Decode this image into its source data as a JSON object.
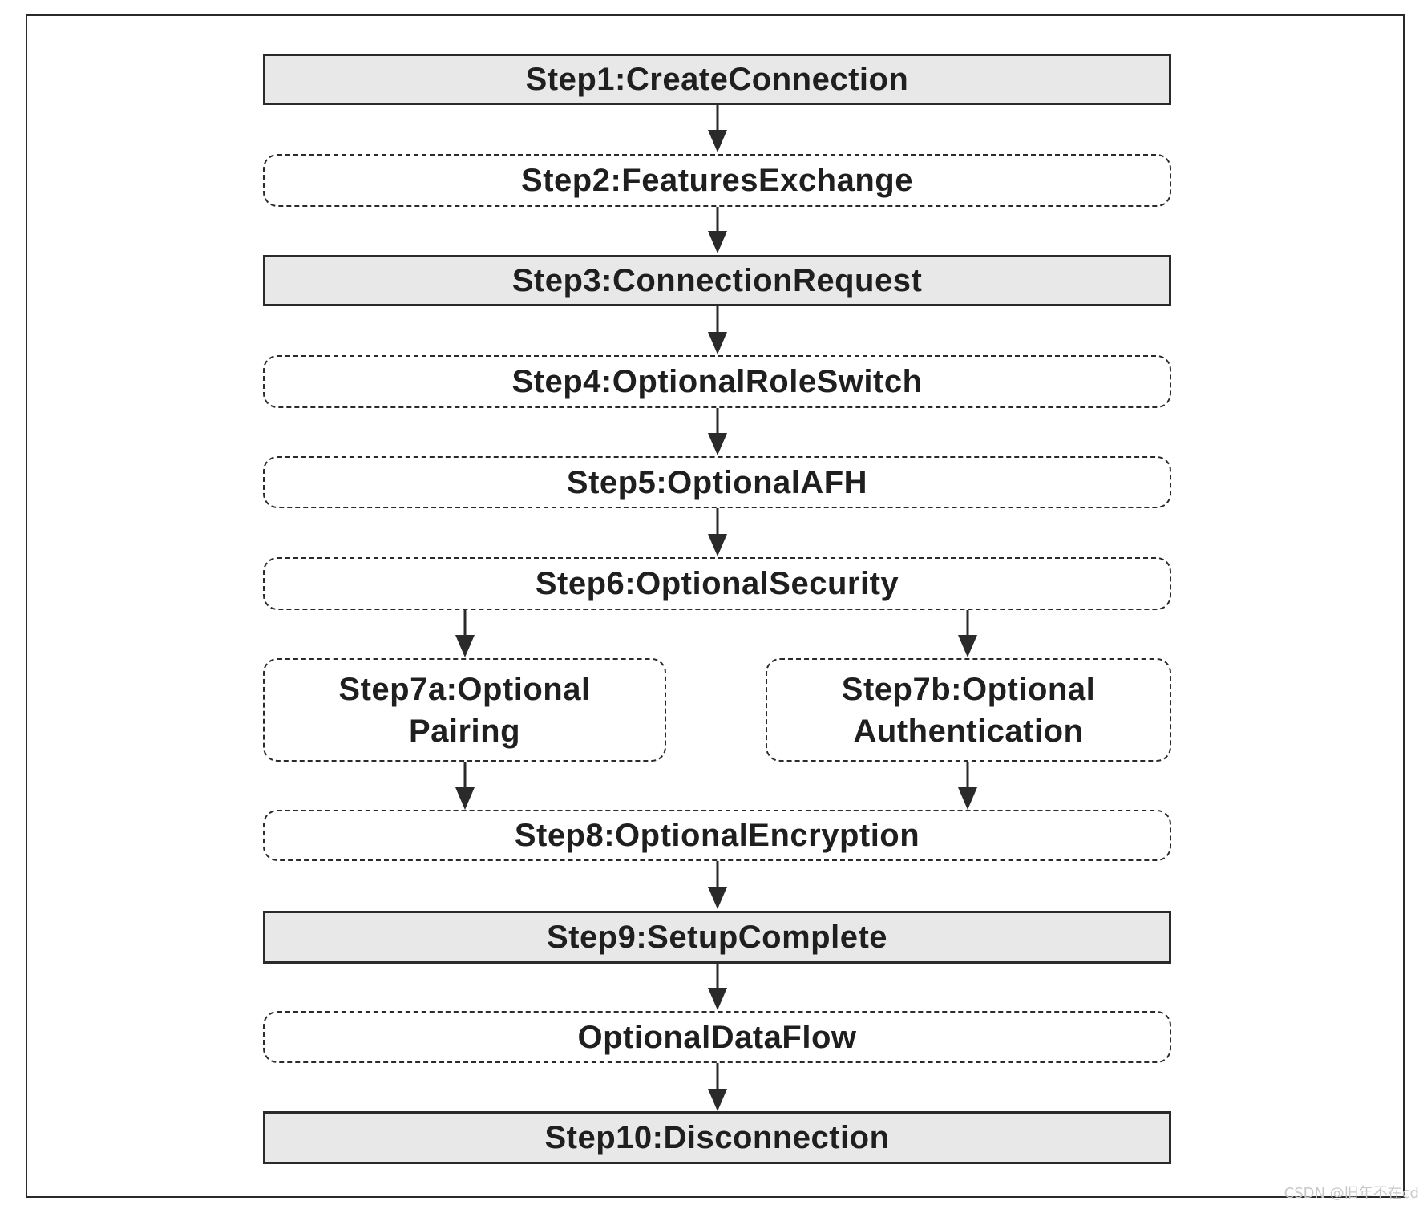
{
  "diagram": {
    "steps": {
      "step1": "Step1:CreateConnection",
      "step2": "Step2:FeaturesExchange",
      "step3": "Step3:ConnectionRequest",
      "step4": "Step4:OptionalRoleSwitch",
      "step5": "Step5:OptionalAFH",
      "step6": "Step6:OptionalSecurity",
      "step7a_line1": "Step7a:Optional",
      "step7a_line2": "Pairing",
      "step7b_line1": "Step7b:Optional",
      "step7b_line2": "Authentication",
      "step8": "Step8:OptionalEncryption",
      "step9": "Step9:SetupComplete",
      "dataflow": "OptionalDataFlow",
      "step10": "Step10:Disconnection"
    }
  },
  "watermark": "CSDN @旧年不在cd",
  "colors": {
    "solid_fill": "#e8e8e8",
    "stroke": "#2a2a2a",
    "text": "#1f1f1f"
  }
}
